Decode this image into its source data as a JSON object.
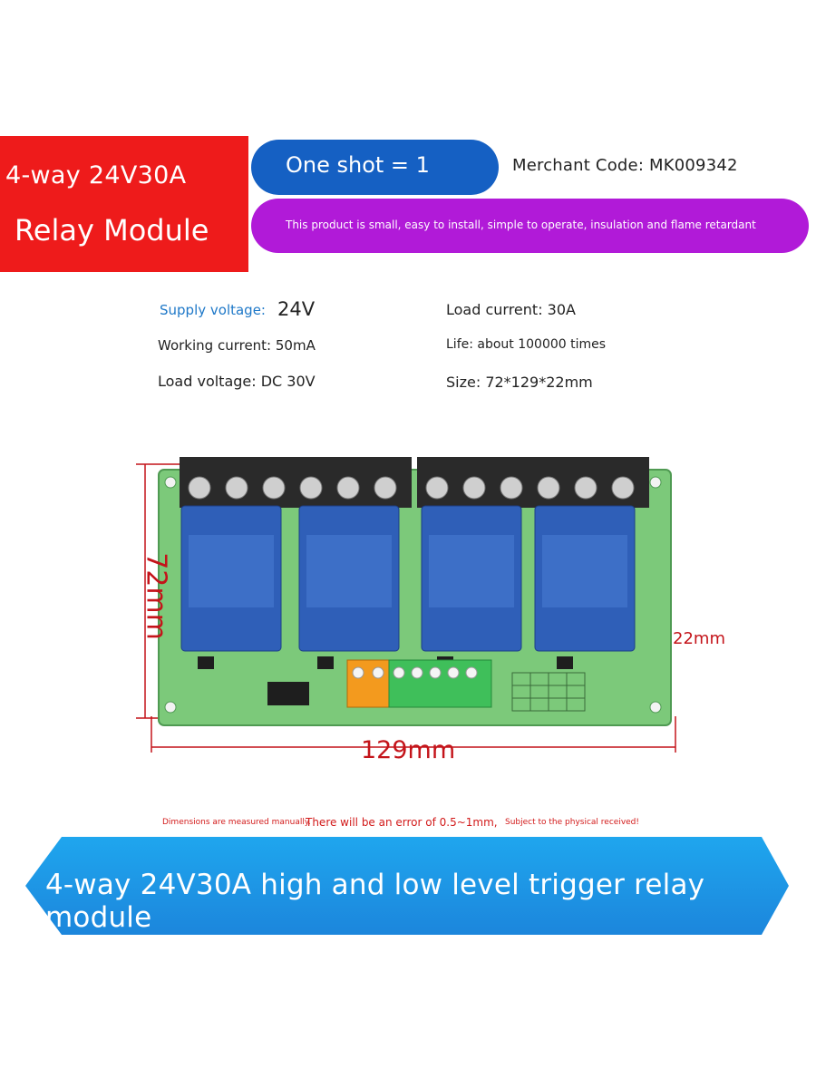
{
  "header": {
    "title_line1": "4-way 24V30A",
    "title_line2": "Relay Module",
    "badge": "One shot = 1",
    "merchant_code": "Merchant Code: MK009342",
    "tagline": "This product is small, easy to install, simple to operate, insulation and flame retardant"
  },
  "specs": {
    "supply_label": "Supply voltage:",
    "supply_value": "24V",
    "working_current": "Working current: 50mA",
    "load_voltage": "Load voltage: DC 30V",
    "load_current": "Load current: 30A",
    "life": "Life: about 100000 times",
    "size": "Size: 72*129*22mm"
  },
  "dimensions": {
    "height": "72mm",
    "width": "129mm",
    "depth": "22mm"
  },
  "note": {
    "part1": "Dimensions are measured manually.",
    "part2": "There will be an error of 0.5~1mm,",
    "part3": "Subject to the physical received!"
  },
  "footer": {
    "banner": "4-way 24V30A high and low level trigger relay module"
  },
  "colors": {
    "red": "#ee1b1b",
    "blue": "#1560c3",
    "purple": "#b11ad8",
    "cyan_banner": "#1a9ae6",
    "pcb_green": "#7cc97a",
    "relay_blue": "#2f5fb8"
  }
}
